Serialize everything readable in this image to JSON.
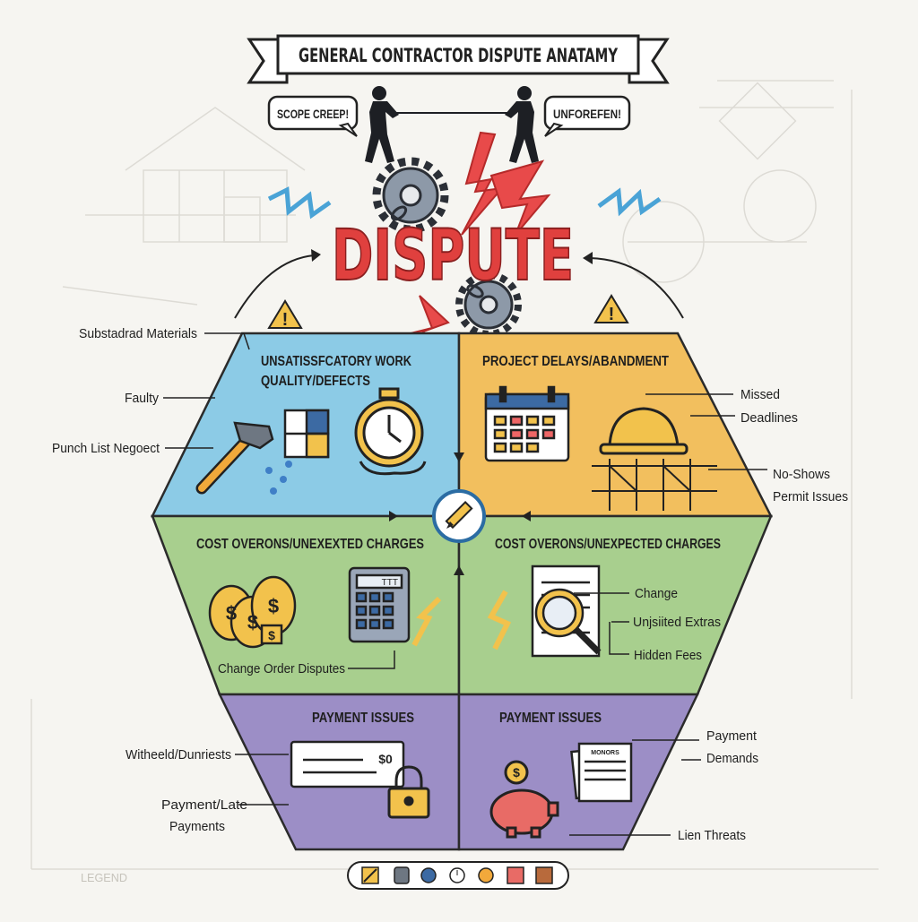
{
  "banner_title": "GENERAL CONTRACTOR DISPUTE ANATAMY",
  "bubbles": {
    "left": "SCOPE CREEP!",
    "right": "UNFOREFEN!"
  },
  "center_word": "DISPUTE",
  "quadrants": {
    "quality": {
      "title_line1": "UNSATISSFCATORY WORK",
      "title_line2": "QUALITY/DEFECTS",
      "color": "#8ccbe6"
    },
    "delays": {
      "title": "PROJECT DELAYS/ABANDMENT",
      "color": "#f2bf5e"
    },
    "cost_left": {
      "title": "COST OVERONS/UNEXEXTED CHARGES",
      "color": "#a8cf8e"
    },
    "cost_right": {
      "title": "COST OVERONS/UNEXPECTED CHARGES",
      "color": "#a8cf8e"
    },
    "payment_left": {
      "title": "PAYMENT ISSUES",
      "color": "#9c8ec6"
    },
    "payment_right": {
      "title": "PAYMENT ISSUES",
      "color": "#9c8ec6"
    }
  },
  "callouts": {
    "substandard": "Substadrad Materials",
    "faulty": "Faulty",
    "punch_list": "Punch List Negoect",
    "missed": "Missed",
    "deadlines": "Deadlines",
    "no_shows": "No-Shows",
    "permit": "Permit Issues",
    "change_order": "Change Order Disputes",
    "change": "Change",
    "unjustified": "Unjsiited Extras",
    "hidden": "Hidden Fees",
    "withheld": "Witheeld/Dunriests",
    "payment_late_1": "Payment/Late",
    "payment_late_2": "Payments",
    "payment": "Payment",
    "demands": "Demands",
    "lien": "Lien Threats"
  },
  "icon_labels": {
    "check_amount": "$0",
    "calculator_screen": "TTT",
    "document_header": "MONORS"
  },
  "legend": "LEGEND",
  "legend_icons": [
    "hammer-icon",
    "drum-icon",
    "gear-icon",
    "clock-icon",
    "cog-icon",
    "calendar-icon",
    "box-icon"
  ]
}
